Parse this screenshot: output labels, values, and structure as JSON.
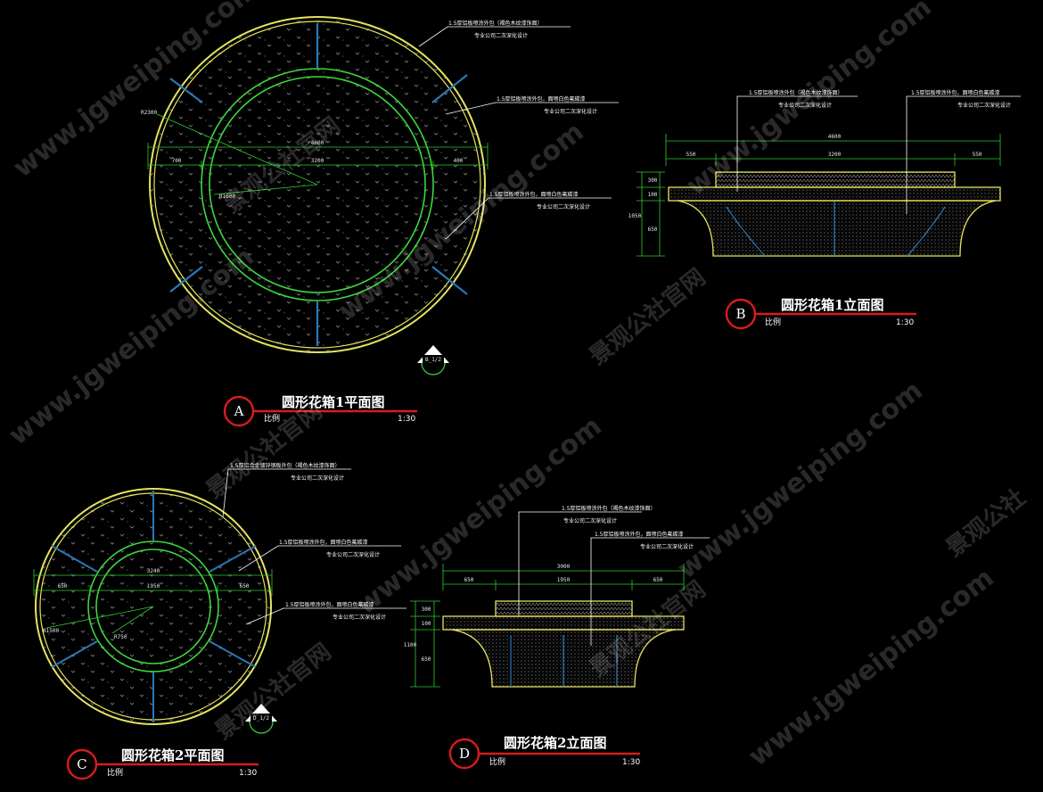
{
  "colors": {
    "background": "#000000",
    "outline_yellow": "#e7e35f",
    "ring_green": "#3fd63f",
    "dimension_green": "#2ecc2e",
    "hatch_blue": "#2a78b8",
    "callout_red": "#d91c1c",
    "text": "#ffffff"
  },
  "watermark": {
    "url": "www.jgweiping.com",
    "brand": "景观公社官网",
    "brand2": "景观公社"
  },
  "views": {
    "a": {
      "letter": "A",
      "title": "圆形花箱1平面图",
      "scale_label": "比例",
      "scale_value": "1:30",
      "dims": [
        "4600",
        "700",
        "3200",
        "400",
        "R2300",
        "R1600"
      ],
      "notes": [
        [
          "1.5厚铝板喷涂外包（褐色木纹漆饰面）",
          "专业公司二次深化设计"
        ],
        [
          "1.5厚铝板喷涂外包，面喷白色氟碳漆",
          "专业公司二次深化设计"
        ],
        [
          "1.5厚铝板喷涂外包，面喷白色氟碳漆",
          "专业公司二次深化设计"
        ]
      ],
      "section_mark": "B_1/2"
    },
    "b": {
      "letter": "B",
      "title": "圆形花箱1立面图",
      "scale_label": "比例",
      "scale_value": "1:30",
      "dims": [
        "4600",
        "550",
        "3200",
        "550",
        "300",
        "100",
        "650",
        "1050"
      ],
      "notes": [
        [
          "1.5厚铝板喷涂外包（褐色木纹漆饰面）",
          "专业公司二次深化设计"
        ],
        [
          "1.5厚铝板喷涂外包，面喷白色氟碳漆",
          "专业公司二次深化设计"
        ]
      ]
    },
    "c": {
      "letter": "C",
      "title": "圆形花箱2平面图",
      "scale_label": "比例",
      "scale_value": "1:30",
      "dims": [
        "3240",
        "650",
        "1950",
        "650",
        "R1500",
        "R750"
      ],
      "notes": [
        [
          "1.5厚铝合金镀锌钢板外包（褐色木纹漆饰面）",
          "专业公司二次深化设计"
        ],
        [
          "1.5厚铝板喷涂外包，面喷白色氟碳漆",
          "专业公司二次深化设计"
        ],
        [
          "1.5厚铝板喷涂外包，面喷白色氟碳漆",
          "专业公司二次深化设计"
        ]
      ],
      "section_mark": "D_1/2"
    },
    "d": {
      "letter": "D",
      "title": "圆形花箱2立面图",
      "scale_label": "比例",
      "scale_value": "1:30",
      "dims": [
        "3000",
        "650",
        "1950",
        "650",
        "300",
        "100",
        "650",
        "1100"
      ],
      "notes": [
        [
          "1.5厚铝板喷涂外包（褐色木纹漆饰面）",
          "专业公司二次深化设计"
        ],
        [
          "1.5厚铝板喷涂外包，面喷白色氟碳漆",
          "专业公司二次深化设计"
        ]
      ]
    }
  }
}
